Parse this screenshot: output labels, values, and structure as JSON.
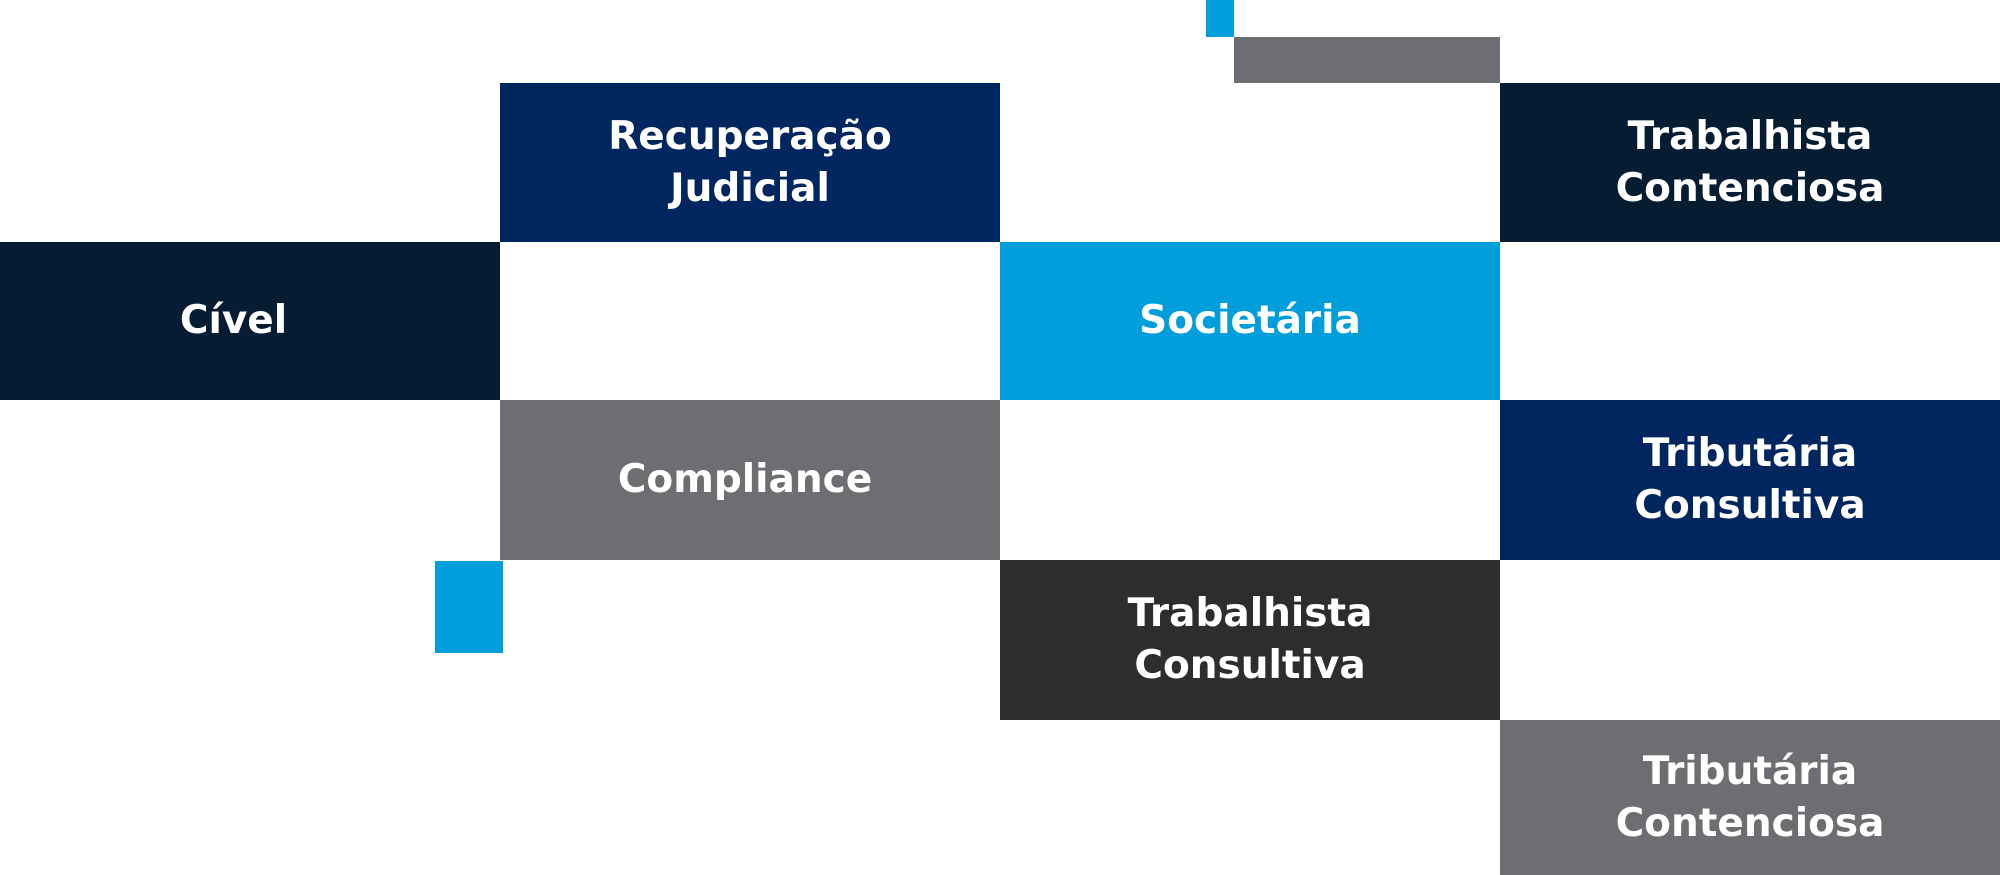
{
  "colors": {
    "navy": "#002660",
    "darkNavy": "#051c33",
    "lightBlue": "#009fdc",
    "gray": "#6d6e72",
    "charcoal": "#2c2d2f",
    "white": "#ffffff"
  },
  "tiles": [
    {
      "id": "recuperacao",
      "lines": [
        "Recuperação",
        "Judicial"
      ],
      "color": "#002660"
    },
    {
      "id": "trab-cont",
      "lines": [
        "Trabalhista",
        "Contenciosa"
      ],
      "color": "#051c33"
    },
    {
      "id": "civel",
      "lines": [
        "Cível"
      ],
      "color": "#051c33"
    },
    {
      "id": "societaria",
      "lines": [
        "Societária"
      ],
      "color": "#009fdc"
    },
    {
      "id": "compliance",
      "lines": [
        "Compliance"
      ],
      "color": "#6d6e72"
    },
    {
      "id": "trib-cons",
      "lines": [
        "Tributária",
        "Consultiva"
      ],
      "color": "#002660"
    },
    {
      "id": "trab-consul",
      "lines": [
        "Trabalhista",
        "Consultiva"
      ],
      "color": "#2c2d2f"
    },
    {
      "id": "trib-cont",
      "lines": [
        "Tributária",
        "Contenciosa"
      ],
      "color": "#6d6e72"
    }
  ],
  "decorations": [
    {
      "id": "blue-top",
      "color": "#009fdc"
    },
    {
      "id": "gray-top",
      "color": "#6d6e72"
    },
    {
      "id": "blue-left",
      "color": "#009fdc"
    }
  ]
}
